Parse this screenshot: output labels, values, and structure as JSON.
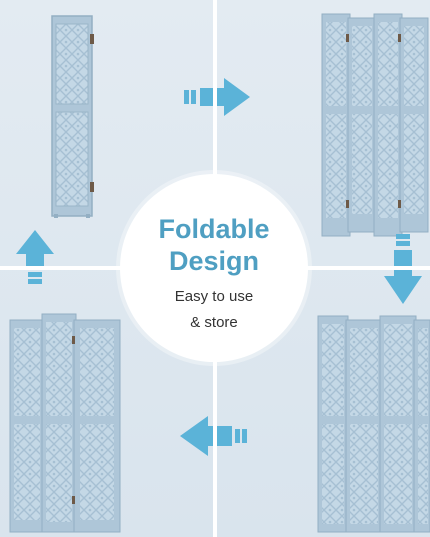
{
  "headline": {
    "line1": "Foldable",
    "line2": "Design"
  },
  "subtitle": {
    "line1": "Easy to use",
    "line2": "& store"
  },
  "colors": {
    "accent": "#4f9fc2",
    "arrow": "#5bb3d8",
    "panel": "#b9cfdf",
    "background": "#dde7ef",
    "divider": "#ffffff"
  },
  "icons": [
    "arrow-right-icon",
    "arrow-down-icon",
    "arrow-left-icon",
    "arrow-up-icon"
  ]
}
